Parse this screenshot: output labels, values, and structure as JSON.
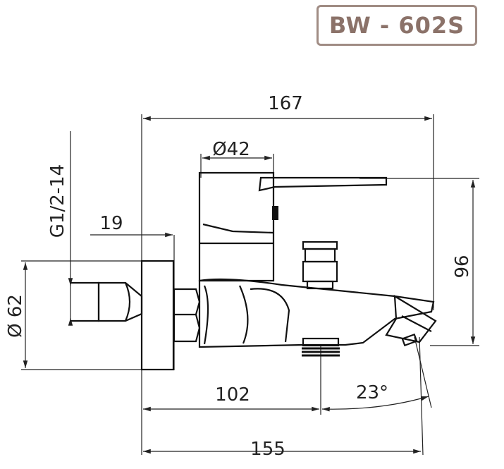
{
  "model": "BW - 602S",
  "dimensions": {
    "total_width": "167",
    "handle_diameter": "Ø42",
    "thread": "G1/2-14",
    "wall_offset": "19",
    "flange_diameter": "Ø 62",
    "height": "96",
    "center_to_outlet": "102",
    "spout_angle": "23°",
    "total_length": "155"
  },
  "colors": {
    "badge_border": "#a08c84",
    "badge_text": "#8b7269",
    "lines": "#222222"
  }
}
